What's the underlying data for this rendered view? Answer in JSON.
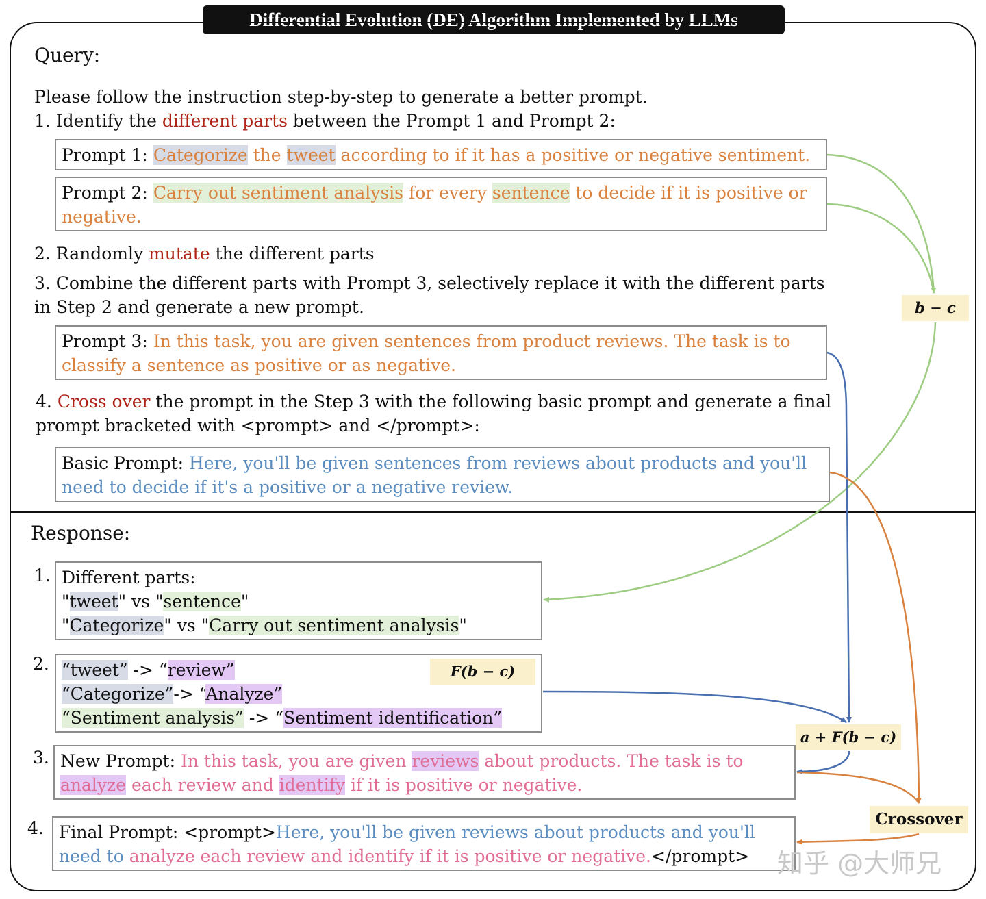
{
  "title": "Differential Evolution (DE) Algorithm Implemented by LLMs",
  "query": {
    "heading": "Query:",
    "intro": "Please follow the instruction step-by-step to generate a better prompt.",
    "step1": {
      "num": "1.",
      "pre": " Identify the ",
      "key": "different parts",
      "post": " between the Prompt 1 and Prompt 2:"
    },
    "prompt1": {
      "label": "Prompt 1: ",
      "w1": "Categorize",
      "t1": " the ",
      "w2": "tweet",
      "t2": " according to if it has a positive or negative sentiment."
    },
    "prompt2": {
      "label": "Prompt 2: ",
      "w1": "Carry out sentiment analysis",
      "t1": " for every ",
      "w2": "sentence",
      "t2": " to decide if it is positive or",
      "t3": "negative."
    },
    "step2": {
      "pre": "2. Randomly ",
      "key": "mutate",
      "post": " the different parts"
    },
    "step3": {
      "line1": "3. Combine the different parts with Prompt 3, selectively replace it with the different parts",
      "line2": "in Step 2 and generate a new prompt."
    },
    "prompt3": {
      "label": "Prompt 3: ",
      "line1": "In this task, you are given sentences from product reviews. The task is to",
      "line2": "classify a sentence as  positive or as negative."
    },
    "step4": {
      "num": "4. ",
      "key": "Cross over",
      "post": " the prompt in the Step 3 with the following basic prompt and generate a final",
      "line2": "prompt bracketed with <prompt> and </prompt>:"
    },
    "basic": {
      "label": "Basic Prompt: ",
      "line1": "Here, you'll be given sentences from reviews about products and you'll",
      "line2": "need to decide if it's a positive or a negative review."
    }
  },
  "response": {
    "heading": "Response:",
    "r1": {
      "num": "1.",
      "title": "Different parts:",
      "q1": "\"",
      "a": "tweet",
      "q2": "\" vs \"",
      "b": "sentence",
      "q3": "\"",
      "q4": "\"",
      "c": "Categorize",
      "q5": "\" vs \"",
      "d": "Carry out sentiment analysis",
      "q6": "\""
    },
    "r2": {
      "num": "2.",
      "a1": "“tweet”",
      "m1": " -> “",
      "b1": "review”",
      "a2": "“Categorize”",
      "m2": "-> “",
      "b2": "Analyze”",
      "a3": "“Sentiment analysis”",
      "m3": " -> “",
      "b3": "Sentiment identification”"
    },
    "r3": {
      "num": "3.",
      "label": "New Prompt: ",
      "t1": "In this task, you are given ",
      "h1": "reviews",
      "t2": " about products. The task is to",
      "h2": "analyze",
      "t3": " each review and ",
      "h3": "identify",
      "t4": " if it is positive or negative."
    },
    "r4": {
      "num": "4.",
      "label": "Final Prompt: <prompt>",
      "b1": "Here, you'll be given reviews about products and you'll",
      "b2": "need to ",
      "p1": "analyze each review and identify if it is positive or negative.",
      "end": "</prompt>"
    }
  },
  "tags": {
    "b_minus_c": "b − c",
    "f_b_minus_c": "F(b − c)",
    "a_plus": "a + F(b − c)",
    "crossover": "Crossover"
  },
  "watermark": "知乎 @大师兄",
  "colors": {
    "green_arrow": "#9dcc82",
    "blue_arrow": "#4a6fb0",
    "orange_arrow": "#d9823f",
    "tag_bg": "#fbf0cc"
  }
}
